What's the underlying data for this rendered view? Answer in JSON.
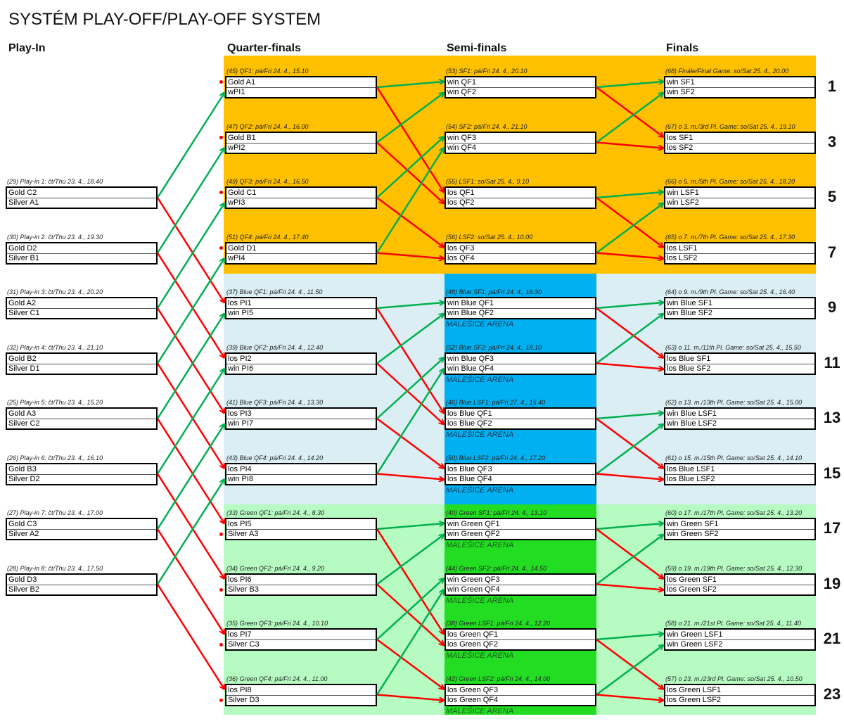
{
  "title": "SYSTÉM PLAY-OFF/PLAY-OFF SYSTEM",
  "columns": [
    "Play-In",
    "Quarter-finals",
    "Semi-finals",
    "Finals"
  ],
  "venue": "MALEŠICE ARENA",
  "colors": {
    "gold": "#ffc000",
    "blue_light": "#daeef3",
    "blue_bright": "#00b0f0",
    "green_light": "#b6fcc2",
    "green_bright": "#22dd22",
    "win_arrow": "#00b050",
    "loss_arrow": "#ff0000"
  },
  "playin": [
    {
      "header": "(29) Play-in 1: čt/Thu 23. 4., 18.40",
      "teams": [
        "Gold C2",
        "Silver A1"
      ]
    },
    {
      "header": "(30) Play-in 2: čt/Thu 23. 4., 19.30",
      "teams": [
        "Gold D2",
        "Silver B1"
      ]
    },
    {
      "header": "(31) Play-in 3: čt/Thu 23. 4., 20.20",
      "teams": [
        "Gold A2",
        "Silver C1"
      ]
    },
    {
      "header": "(32) Play-in 4: čt/Thu 23. 4., 21.10",
      "teams": [
        "Gold B2",
        "Silver D1"
      ]
    },
    {
      "header": "(25) Play-in 5: čt/Thu 23. 4., 15.20",
      "teams": [
        "Gold A3",
        "Silver C2"
      ]
    },
    {
      "header": "(26) Play-in 6: čt/Thu 23. 4., 16.10",
      "teams": [
        "Gold B3",
        "Silver D2"
      ]
    },
    {
      "header": "(27) Play-in 7: čt/Thu 23. 4., 17.00",
      "teams": [
        "Gold C3",
        "Silver A2"
      ]
    },
    {
      "header": "(28) Play-in 8: čt/Thu 23. 4., 17.50",
      "teams": [
        "Gold D3",
        "Silver B2"
      ]
    }
  ],
  "qf": [
    {
      "header": "(45) QF1: pá/Fri 24. 4., 15.10",
      "teams": [
        "Gold A1",
        "wPI1"
      ]
    },
    {
      "header": "(47) QF2: pá/Fri 24. 4., 16.00",
      "teams": [
        "Gold B1",
        "wPI2"
      ]
    },
    {
      "header": "(49) QF3: pá/Fri 24. 4., 16.50",
      "teams": [
        "Gold C1",
        "wPI3"
      ]
    },
    {
      "header": "(51) QF4: pá/Fri 24. 4., 17.40",
      "teams": [
        "Gold D1",
        "wPI4"
      ]
    },
    {
      "header": "(37) Blue QF1: pá/Fri 24. 4., 11.50",
      "teams": [
        "los PI1",
        "win PI5"
      ]
    },
    {
      "header": "(39) Blue QF2: pá/Fri 24. 4., 12.40",
      "teams": [
        "los PI2",
        "win PI6"
      ]
    },
    {
      "header": "(41) Blue QF3: pá/Fri 24. 4., 13.30",
      "teams": [
        "los PI3",
        "win PI7"
      ]
    },
    {
      "header": "(43) Blue QF4: pá/Fri 24. 4., 14.20",
      "teams": [
        "los PI4",
        "win PI8"
      ]
    },
    {
      "header": "(33) Green QF1: pá/Fri 24. 4., 8.30",
      "teams": [
        "los PI5",
        "Silver A3"
      ]
    },
    {
      "header": "(34) Green QF2: pá/Fri 24. 4., 9.20",
      "teams": [
        "los PI6",
        "Silver B3"
      ]
    },
    {
      "header": "(35) Green QF3: pá/Fri 24. 4., 10.10",
      "teams": [
        "los PI7",
        "Silver C3"
      ]
    },
    {
      "header": "(36) Green QF4: pá/Fri 24. 4., 11.00",
      "teams": [
        "los PI8",
        "Silver D3"
      ]
    }
  ],
  "sf": [
    {
      "header": "(53) SF1: pá/Fri 24. 4., 20.10",
      "teams": [
        "win QF1",
        "win QF2"
      ]
    },
    {
      "header": "(54) SF2: pá/Fri 24. 4., 21.10",
      "teams": [
        "win QF3",
        "win QF4"
      ]
    },
    {
      "header": "(55) LSF1: so/Sat 25. 4., 9.10",
      "teams": [
        "los QF1",
        "los QF2"
      ]
    },
    {
      "header": "(56) LSF2: so/Sat 25. 4., 10.00",
      "teams": [
        "los QF3",
        "los QF4"
      ]
    },
    {
      "header": "(48) Blue SF1: pá/Fri 24. 4., 16:30",
      "teams": [
        "win Blue QF1",
        "win Blue QF2"
      ]
    },
    {
      "header": "(52) Blue SF2: pá/Fri 24. 4., 18.10",
      "teams": [
        "win Blue QF3",
        "win Blue QF4"
      ]
    },
    {
      "header": "(46) Blue LSF1: pá/Fri 27. 4., 15.40",
      "teams": [
        "los Blue QF1",
        "los Blue QF2"
      ]
    },
    {
      "header": "(50) Blue LSF2: pá/Fri 24. 4., 17.20",
      "teams": [
        "los Blue QF3",
        "los Blue QF4"
      ]
    },
    {
      "header": "(40) Green SF1: pá/Fri 24. 4., 13.10",
      "teams": [
        "win Green QF1",
        "win Green QF2"
      ]
    },
    {
      "header": "(44) Green SF2: pá/Fri 24. 4., 14.50",
      "teams": [
        "win Green QF3",
        "win Green QF4"
      ]
    },
    {
      "header": "(38) Green LSF1: pá/Fri 24. 4., 12.20",
      "teams": [
        "los Green QF1",
        "los Green QF2"
      ]
    },
    {
      "header": "(42) Green LSF2: pá/Fri 24. 4., 14.00",
      "teams": [
        "los Green QF3",
        "los Green QF4"
      ]
    }
  ],
  "finals": [
    {
      "header": "(68) Finále/Final Game: so/Sat 25. 4., 20.00",
      "teams": [
        "win SF1",
        "win SF2"
      ]
    },
    {
      "header": "(67) o 3. m./3rd Pl. Game: so/Sat 25. 4., 19.10",
      "teams": [
        "los SF1",
        "los SF2"
      ]
    },
    {
      "header": "(66) o 5. m./5th Pl. Game: so/Sat 25. 4., 18.20",
      "teams": [
        "win LSF1",
        "win LSF2"
      ]
    },
    {
      "header": "(65) o 7. m./7th Pl. Game: so/Sat 25. 4., 17.30",
      "teams": [
        "los LSF1",
        "los LSF2"
      ]
    },
    {
      "header": "(64) o 9. m./9th Pl. Game: so/Sat 25. 4., 16.40",
      "teams": [
        "win Blue SF1",
        "win Blue SF2"
      ]
    },
    {
      "header": "(63) o 11. m./11th Pl. Game: so/Sat 25. 4., 15.50",
      "teams": [
        "los Blue SF1",
        "los Blue SF2"
      ]
    },
    {
      "header": "(62) o 13. m./13th Pl. Game: so/Sat 25. 4., 15.00",
      "teams": [
        "win Blue LSF1",
        "win Blue LSF2"
      ]
    },
    {
      "header": "(61) o 15. m./15th Pl. Game: so/Sat 25. 4., 14.10",
      "teams": [
        "los Blue LSF1",
        "los Blue LSF2"
      ]
    },
    {
      "header": "(60) o 17. m./17th Pl. Game: so/Sat 25. 4., 13.20",
      "teams": [
        "win Green SF1",
        "win Green SF2"
      ]
    },
    {
      "header": "(59) o 19. m./19th Pl. Game: so/Sat 25. 4., 12.30",
      "teams": [
        "los Green SF1",
        "los Green SF2"
      ]
    },
    {
      "header": "(58) o 21. m./21st Pl. Game: so/Sat 25. 4., 11.40",
      "teams": [
        "win Green LSF1",
        "win Green LSF2"
      ]
    },
    {
      "header": "(57) o 23. m./23rd Pl. Game: so/Sat 25. 4., 10.50",
      "teams": [
        "los Green LSF1",
        "los Green LSF2"
      ]
    }
  ],
  "ranks": [
    "1",
    "3",
    "5",
    "7",
    "9",
    "11",
    "13",
    "15",
    "17",
    "19",
    "21",
    "23"
  ]
}
